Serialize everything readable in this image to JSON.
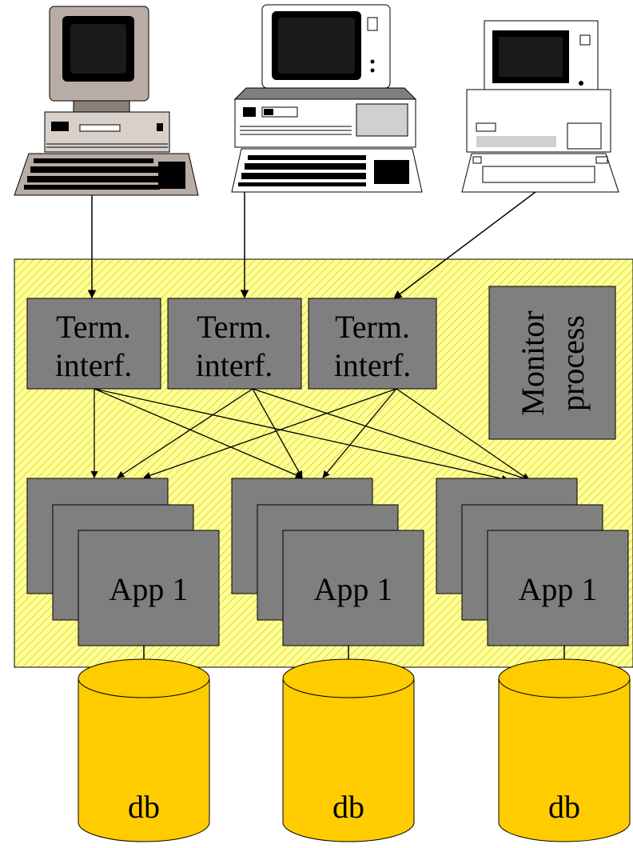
{
  "terminal_interfaces": [
    "Term.",
    "interf."
  ],
  "monitor": [
    "Monitor",
    "process"
  ],
  "apps": [
    "App 1",
    "App 1",
    "App 1"
  ],
  "databases": [
    "db",
    "db",
    "db"
  ],
  "colors": {
    "background": "#ffffff",
    "region_fill": "#ffff99",
    "hatch": "#d4c400",
    "box_fill": "#7f7f7f",
    "db_fill": "#ffcc00",
    "stroke": "#000000"
  },
  "icons": [
    "computer-terminal-1-icon",
    "computer-terminal-2-icon",
    "computer-terminal-3-icon"
  ]
}
